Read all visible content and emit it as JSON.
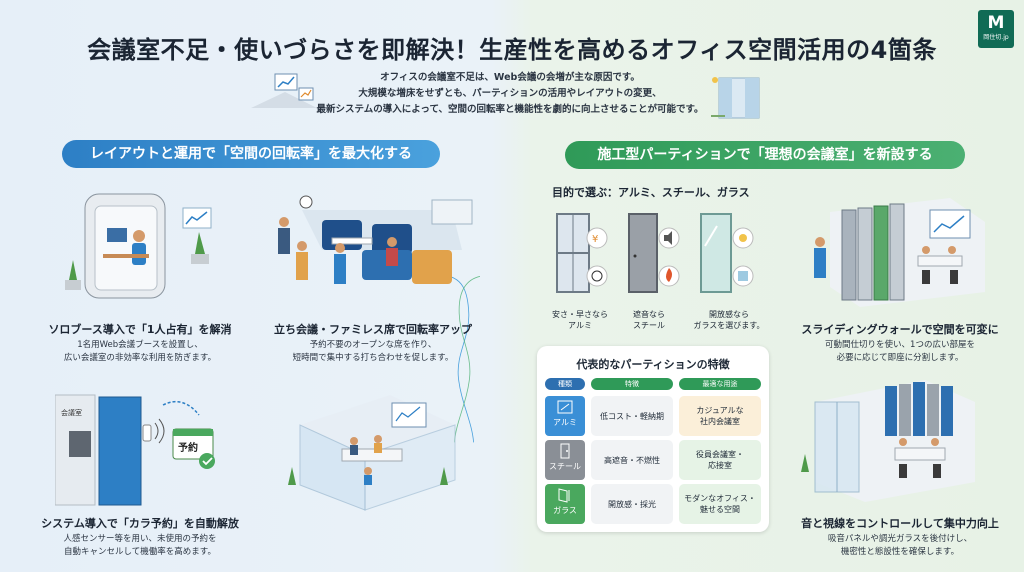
{
  "title": "会議室不足・使いづらさを即解決！生産性を高めるオフィス空間活用の4箇条",
  "logo": {
    "mark": "M",
    "text": "岡住切.jp"
  },
  "intro": [
    "オフィスの会議室不足は、Web会議の会増が主な原因です。",
    "大規模な増床をせずとも、パーティションの活用やレイアウトの変更、",
    "最新システムの導入によって、空間の回転率と機能性を劇的に向上させることが可能です。"
  ],
  "left_header": "レイアウトと運用で「空間の回転率」を最大化する",
  "right_header": "施工型パーティションで「理想の会議室」を新設する",
  "left_items": [
    {
      "title": "ソロブース導入で「1人占有」を解消",
      "desc": [
        "1名用Web会議ブースを設置し、",
        "広い会議室の非効率な利用を防ぎます。"
      ]
    },
    {
      "title": "立ち会議・ファミレス席で回転率アップ",
      "desc": [
        "予約不要のオープンな席を作り、",
        "短時間で集中する打ち合わせを促します。"
      ]
    },
    {
      "title": "システム導入で「カラ予約」を自動解放",
      "desc": [
        "人感センサー等を用い、未使用の予約を",
        "自動キャンセルして機働率を高めます。"
      ]
    }
  ],
  "booth_signs": {
    "occupied": "会議室",
    "reserve": "予約"
  },
  "purpose": {
    "title": "目的で選ぶ：アルミ、スチール、ガラス",
    "items": [
      {
        "label": [
          "安さ・早さなら",
          "アルミ"
        ]
      },
      {
        "label": [
          "遮音なら",
          "スチール"
        ]
      },
      {
        "label": [
          "開放感なら",
          "ガラスを選びます。"
        ]
      }
    ]
  },
  "partition_table": {
    "title": "代表的なパーティションの特徴",
    "headers": [
      "種類",
      "特徴",
      "最適な用途"
    ],
    "rows": [
      {
        "type": "アルミ",
        "feature": "低コスト・軽納期",
        "use": [
          "カジュアルな",
          "社内会議室"
        ]
      },
      {
        "type": "スチール",
        "feature": "高遮音・不燃性",
        "use": [
          "役員会議室・",
          "応接室"
        ]
      },
      {
        "type": "ガラス",
        "feature": "開放感・採光",
        "use": [
          "モダンなオフィス・",
          "魅せる空間"
        ]
      }
    ]
  },
  "right_items": [
    {
      "title": "スライディングウォールで空間を可変に",
      "desc": [
        "可動間仕切りを使い、1つの広い部屋を",
        "必要に応じて即座に分割します。"
      ]
    },
    {
      "title": "音と視線をコントロールして集中力向上",
      "desc": [
        "吸音パネルや調光ガラスを後付けし、",
        "機密性と態設性を確保します。"
      ]
    }
  ],
  "colors": {
    "blue": "#2d7fc5",
    "green": "#2f9a58",
    "steel": "#8a8f96",
    "alu": "#3a8fd6",
    "glass": "#4aa85e"
  }
}
